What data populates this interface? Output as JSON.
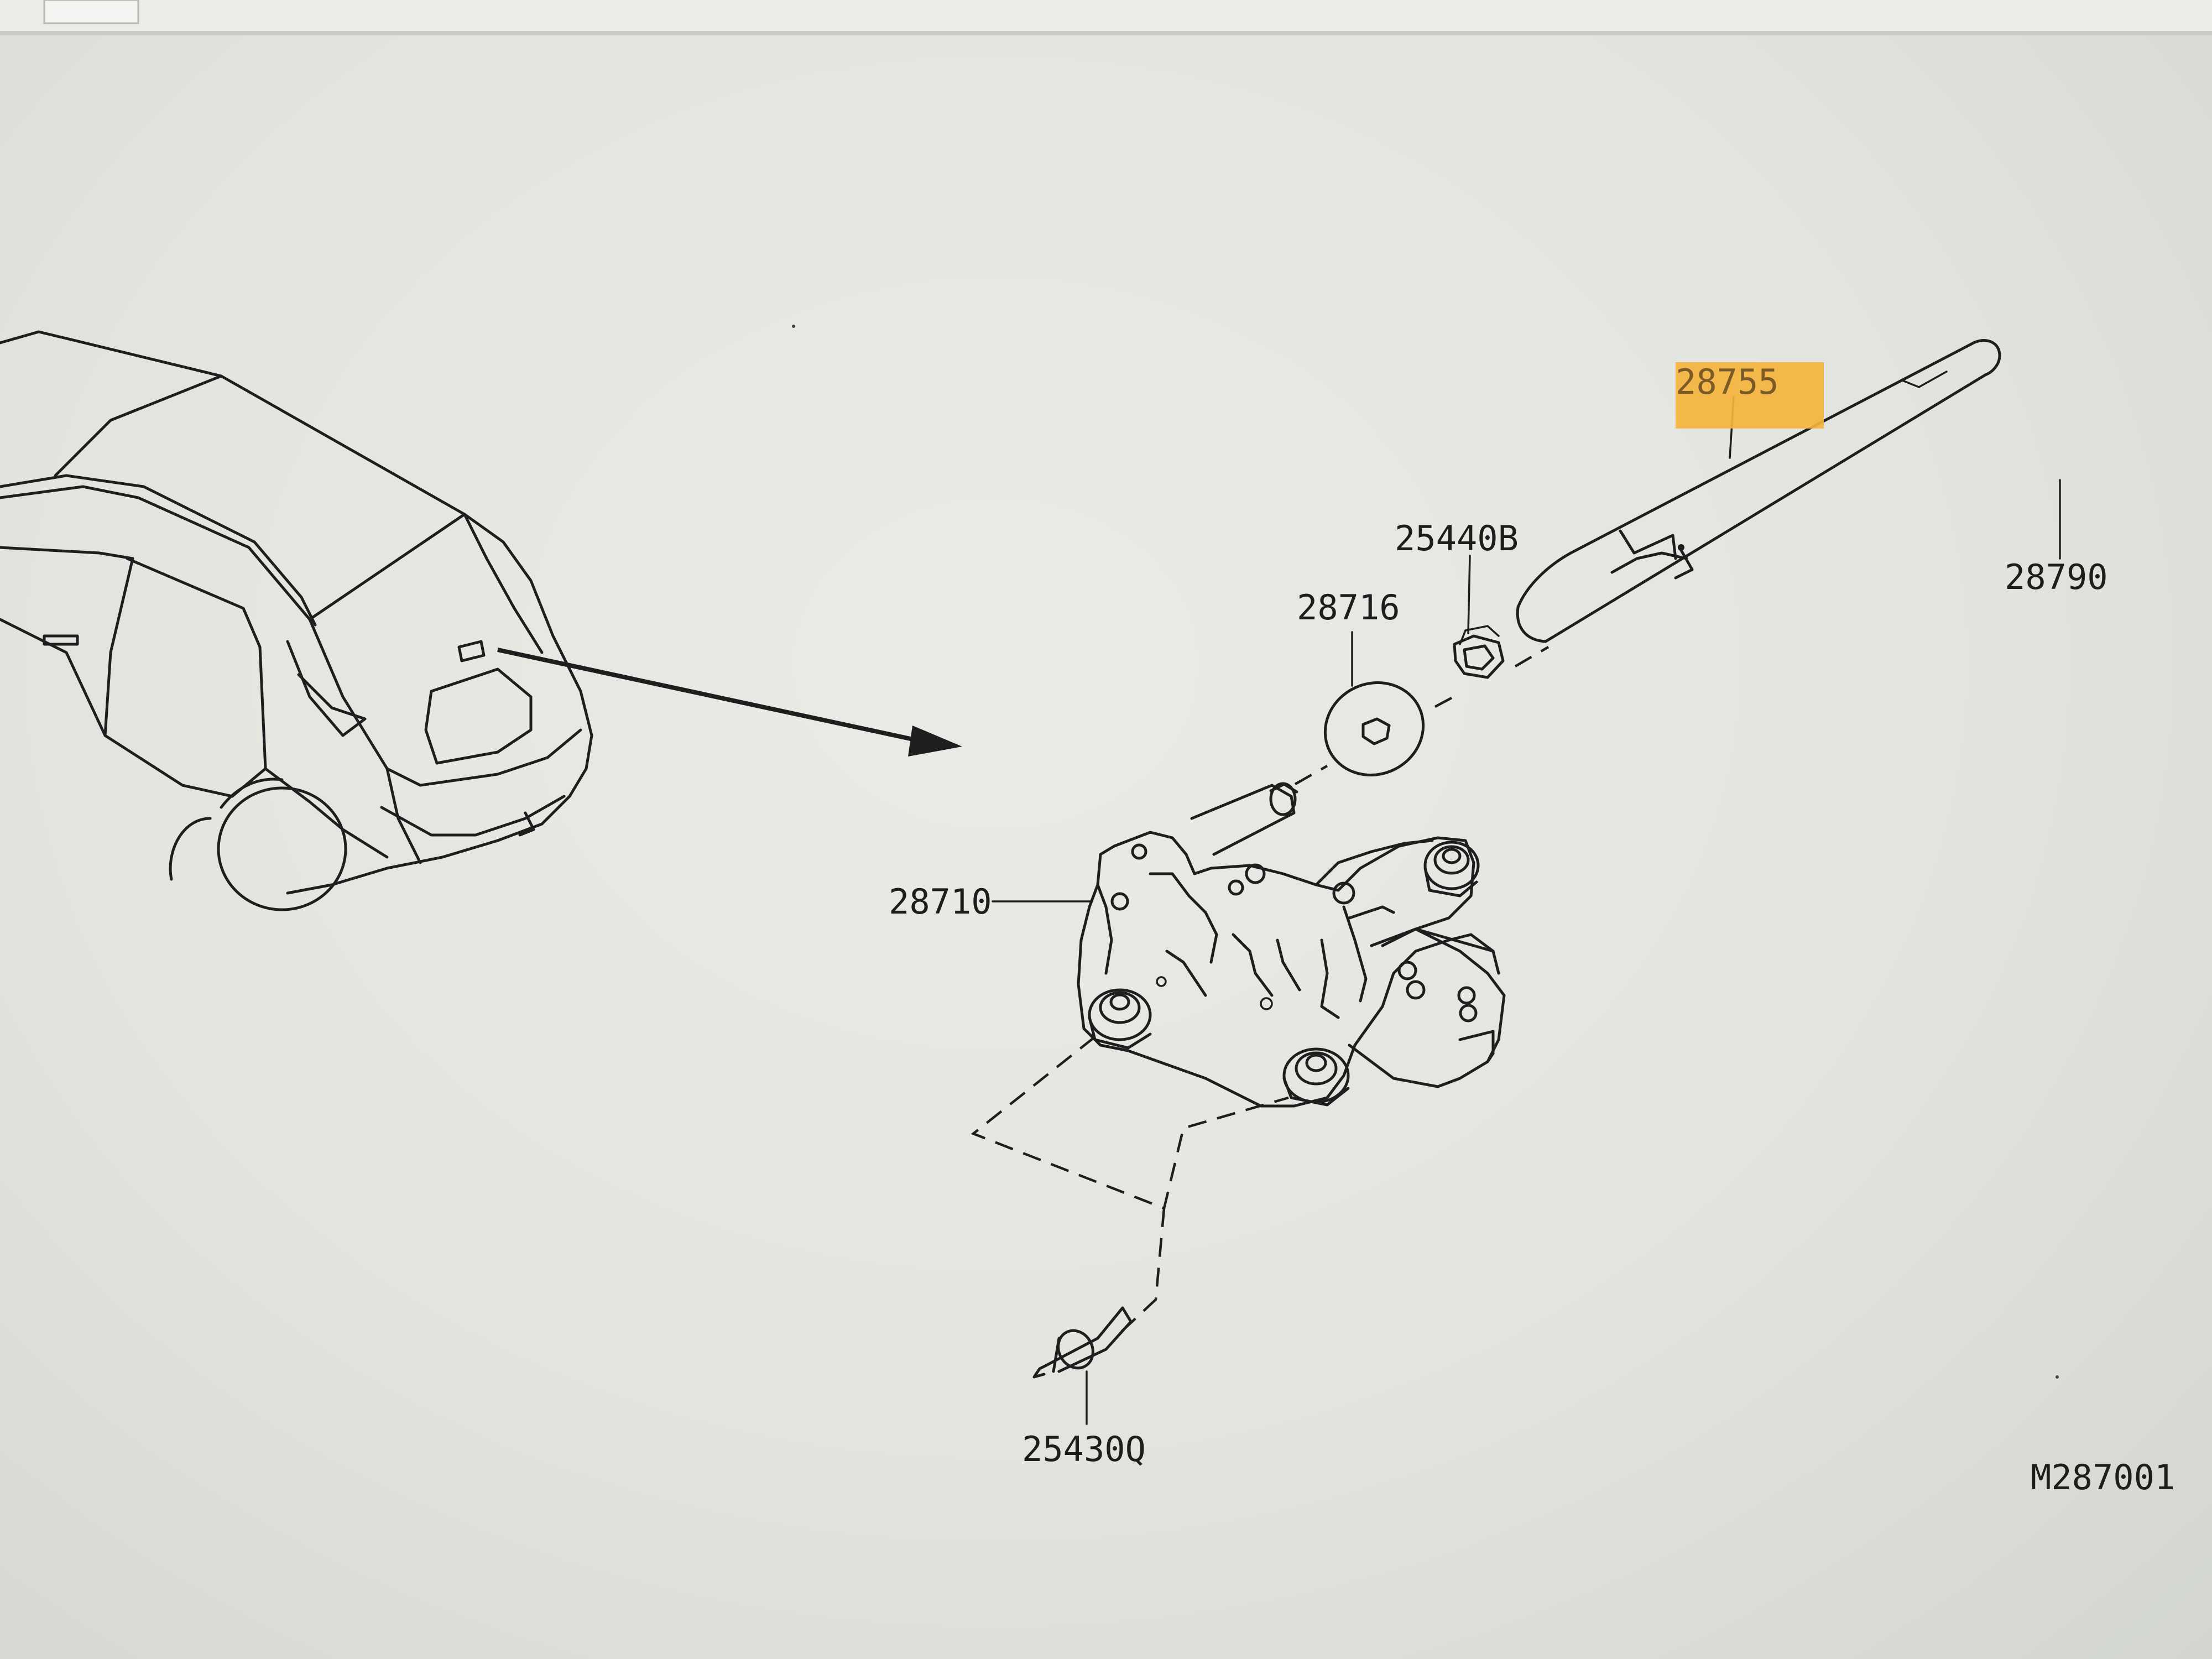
{
  "diagram": {
    "callouts": {
      "wiper_arm": "28755",
      "wiper_assembly": "28790",
      "cap_nut": "25440B",
      "seal_washer": "28716",
      "motor_assembly": "28710",
      "clip": "25430Q"
    },
    "figure_code": "M287001",
    "colors": {
      "highlight": "#f5b33c",
      "line": "#1e1e1e",
      "screen": "#e4e6e1"
    }
  }
}
